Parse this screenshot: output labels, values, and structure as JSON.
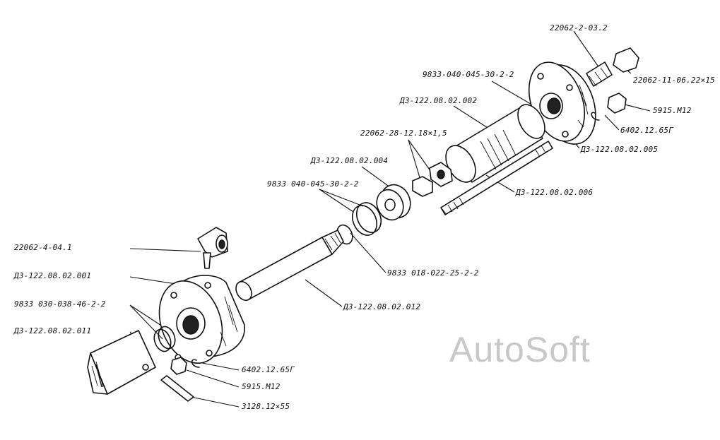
{
  "watermark": "AutoSoft",
  "callouts": [
    {
      "id": "c1",
      "text": "22062-2-03.2"
    },
    {
      "id": "c2",
      "text": "22062-11-06.22×15"
    },
    {
      "id": "c3",
      "text": "9833-040-045-30-2-2"
    },
    {
      "id": "c4",
      "text": "Д3-122.08.02.002"
    },
    {
      "id": "c5",
      "text": "5915.М12"
    },
    {
      "id": "c6",
      "text": "6402.12.65Г"
    },
    {
      "id": "c7",
      "text": "22062-28-12.18×1,5"
    },
    {
      "id": "c8",
      "text": "Д3-122.08.02.005"
    },
    {
      "id": "c9",
      "text": "Д3-122.08.02.004"
    },
    {
      "id": "c10",
      "text": "9833 040-045-30-2-2"
    },
    {
      "id": "c11",
      "text": "Д3-122.08.02.006"
    },
    {
      "id": "c12",
      "text": "22062-4-04.1"
    },
    {
      "id": "c13",
      "text": "9833 018-022-25-2-2"
    },
    {
      "id": "c14",
      "text": "Д3-122.08.02.001"
    },
    {
      "id": "c15",
      "text": "9833 030-038-46-2-2"
    },
    {
      "id": "c16",
      "text": "Д3-122.08.02.012"
    },
    {
      "id": "c17",
      "text": "Д3-122.08.02.011"
    },
    {
      "id": "c18",
      "text": "6402.12.65Г"
    },
    {
      "id": "c19",
      "text": "5915.М12"
    },
    {
      "id": "c20",
      "text": "3128.12×55"
    }
  ]
}
